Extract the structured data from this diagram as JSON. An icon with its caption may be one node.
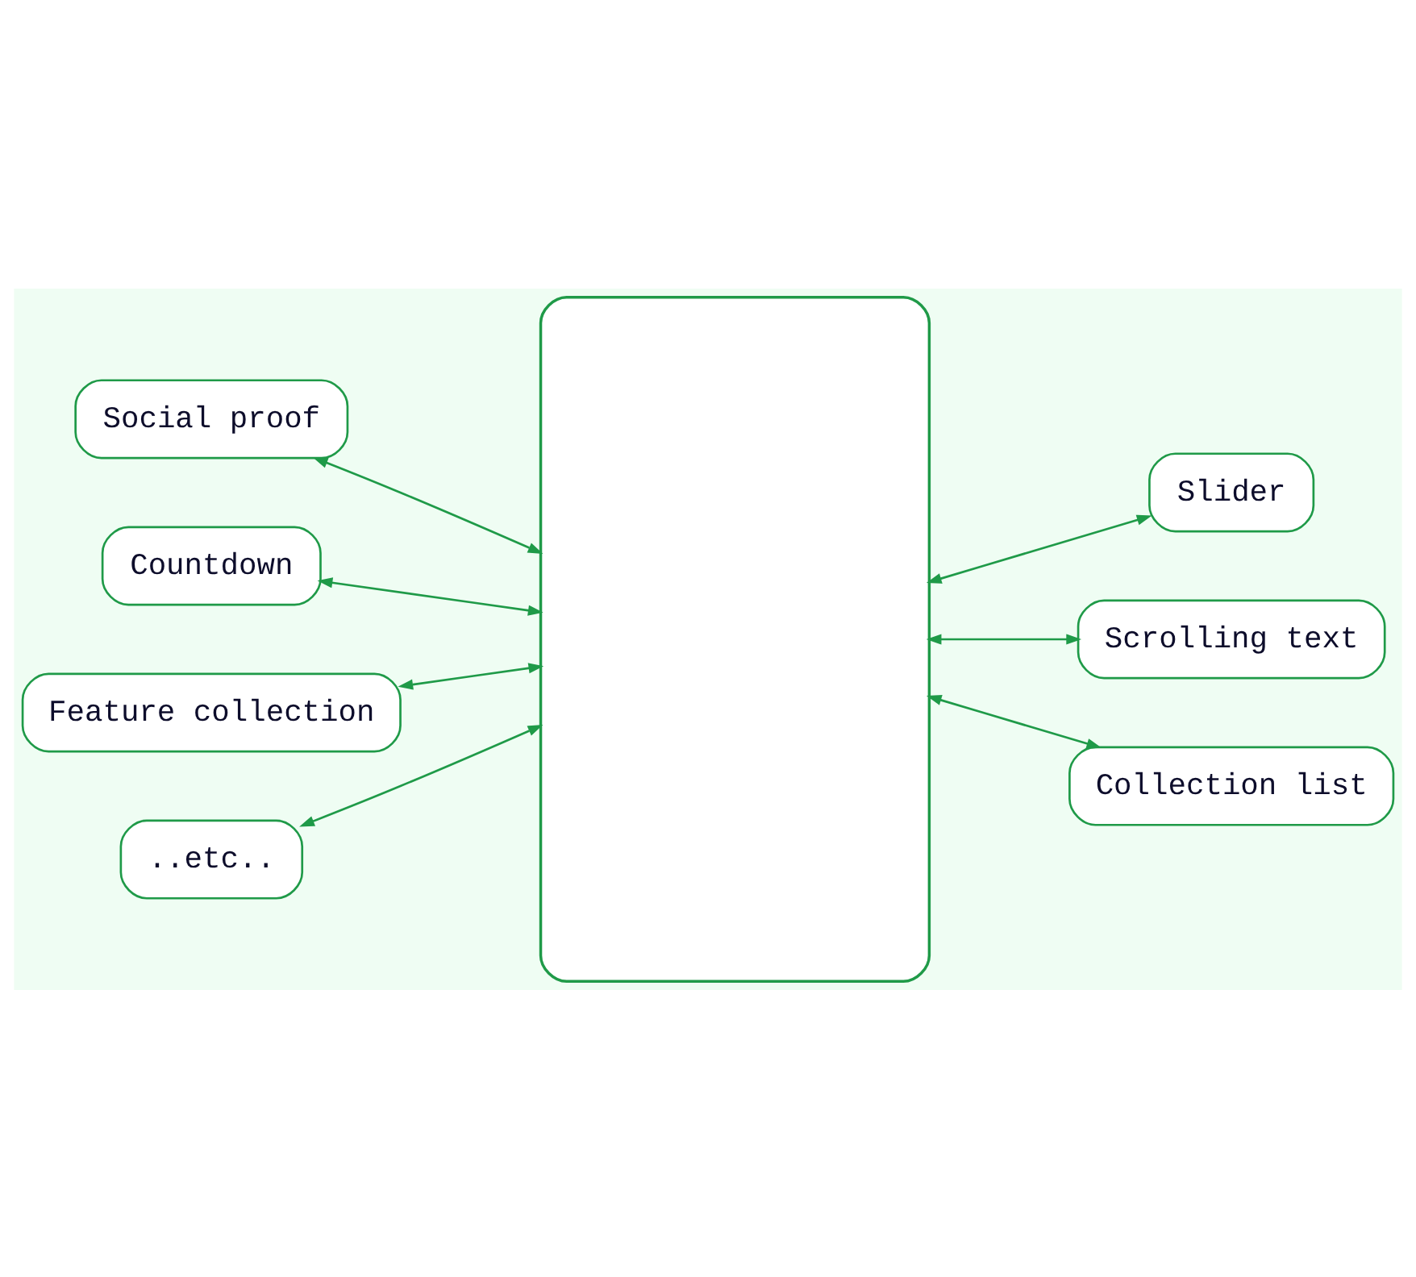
{
  "diagram": {
    "nodes": [
      {
        "text": [],
        "shape": "box"
      },
      {
        "text": [
          "Social proof"
        ]
      },
      {
        "text": [
          "Countdown"
        ]
      },
      {
        "text": [
          "Feature collection"
        ]
      },
      {
        "text": [
          "..etc.."
        ]
      },
      {
        "text": [
          "Slider"
        ]
      },
      {
        "text": [
          "Scrolling text"
        ]
      },
      {
        "text": [
          "Collection list"
        ]
      }
    ],
    "edges": [
      {
        "from": 1,
        "to": 0,
        "arrow": "both"
      },
      {
        "from": 2,
        "to": 0,
        "arrow": "both"
      },
      {
        "from": 3,
        "to": 0,
        "arrow": "both"
      },
      {
        "from": 4,
        "to": 0,
        "arrow": "both"
      },
      {
        "from": 0,
        "to": 5,
        "arrow": "both"
      },
      {
        "from": 0,
        "to": 6,
        "arrow": "both"
      },
      {
        "from": 0,
        "to": 7,
        "arrow": "both"
      }
    ]
  }
}
